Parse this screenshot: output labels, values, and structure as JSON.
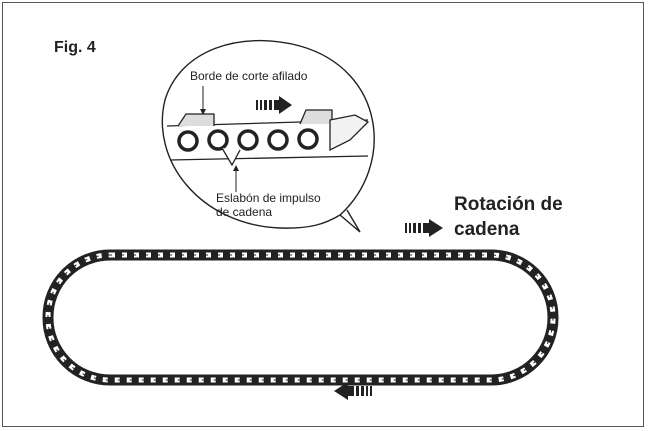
{
  "figure": {
    "label": "Fig. 4",
    "callout_top": "Borde de corte afilado",
    "callout_bottom_line1": "Eslabón de impulso",
    "callout_bottom_line2": "de cadena",
    "rotation_line1": "Rotación de",
    "rotation_line2": "cadena"
  },
  "colors": {
    "ink": "#222222",
    "frame": "#555555",
    "background": "#ffffff"
  }
}
